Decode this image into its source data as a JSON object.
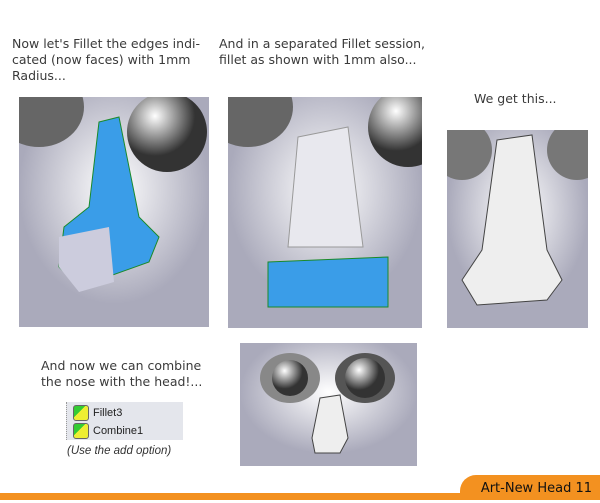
{
  "step1": {
    "text_lines": [
      "Now let's Fillet the edges indi-",
      "cated (now faces) with 1mm",
      "Radius..."
    ]
  },
  "step2": {
    "text_lines": [
      "And in a separated Fillet session,",
      "fillet as shown with 1mm also..."
    ]
  },
  "step3": {
    "text": "We get this..."
  },
  "step4": {
    "text_lines": [
      "And now we can combine",
      "the nose with the head!..."
    ]
  },
  "feature_tree": {
    "items": [
      {
        "label": "Fillet3",
        "icon": "fillet-icon"
      },
      {
        "label": "Combine1",
        "icon": "combine-icon"
      }
    ]
  },
  "caption": "(Use the add option)",
  "footer": {
    "label": "Art-New Head 11",
    "color": "#f39120"
  }
}
